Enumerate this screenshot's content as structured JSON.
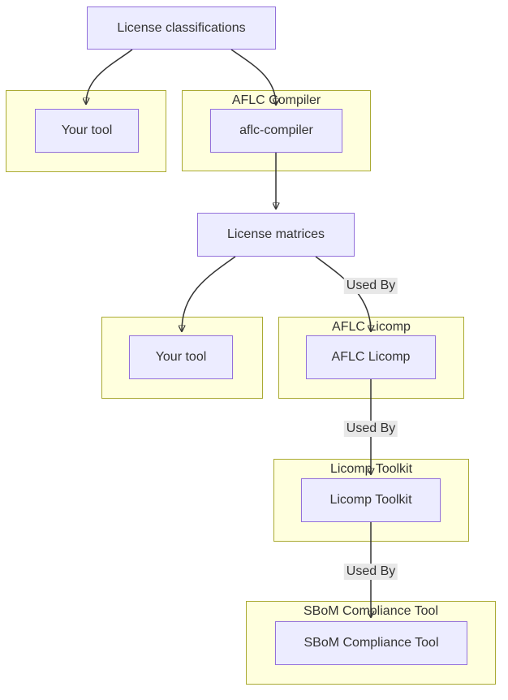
{
  "diagram": {
    "type": "flowchart",
    "direction": "top-down",
    "colors": {
      "node_fill": "#ECECFF",
      "node_border": "#9370DB",
      "cluster_fill": "#FFFFDE",
      "cluster_border": "#AAAA33",
      "edge_stroke": "#333333",
      "edge_label_bg": "#E8E8E8",
      "text": "#333333",
      "background": "#FFFFFF"
    },
    "nodes": {
      "license_classifications": "License classifications",
      "your_tool_top": "Your tool",
      "aflc_compiler": "aflc-compiler",
      "license_matrices": "License matrices",
      "your_tool_mid": "Your tool",
      "aflc_licomp": "AFLC Licomp",
      "licomp_toolkit": "Licomp Toolkit",
      "sbom_compliance_tool": "SBoM Compliance Tool"
    },
    "clusters": {
      "your_tool_top_title": "",
      "aflc_compiler_title": "AFLC Compiler",
      "your_tool_mid_title": "",
      "aflc_licomp_title": "AFLC Licomp",
      "licomp_toolkit_title": "Licomp Toolkit",
      "sbom_title": "SBoM Compliance Tool"
    },
    "edges": [
      {
        "from": "license_classifications",
        "to": "your_tool_top",
        "label": ""
      },
      {
        "from": "license_classifications",
        "to": "aflc_compiler",
        "label": ""
      },
      {
        "from": "aflc_compiler",
        "to": "license_matrices",
        "label": ""
      },
      {
        "from": "license_matrices",
        "to": "your_tool_mid",
        "label": ""
      },
      {
        "from": "license_matrices",
        "to": "aflc_licomp",
        "label": "Used By"
      },
      {
        "from": "aflc_licomp",
        "to": "licomp_toolkit",
        "label": "Used By"
      },
      {
        "from": "licomp_toolkit",
        "to": "sbom_compliance_tool",
        "label": "Used By"
      }
    ]
  }
}
